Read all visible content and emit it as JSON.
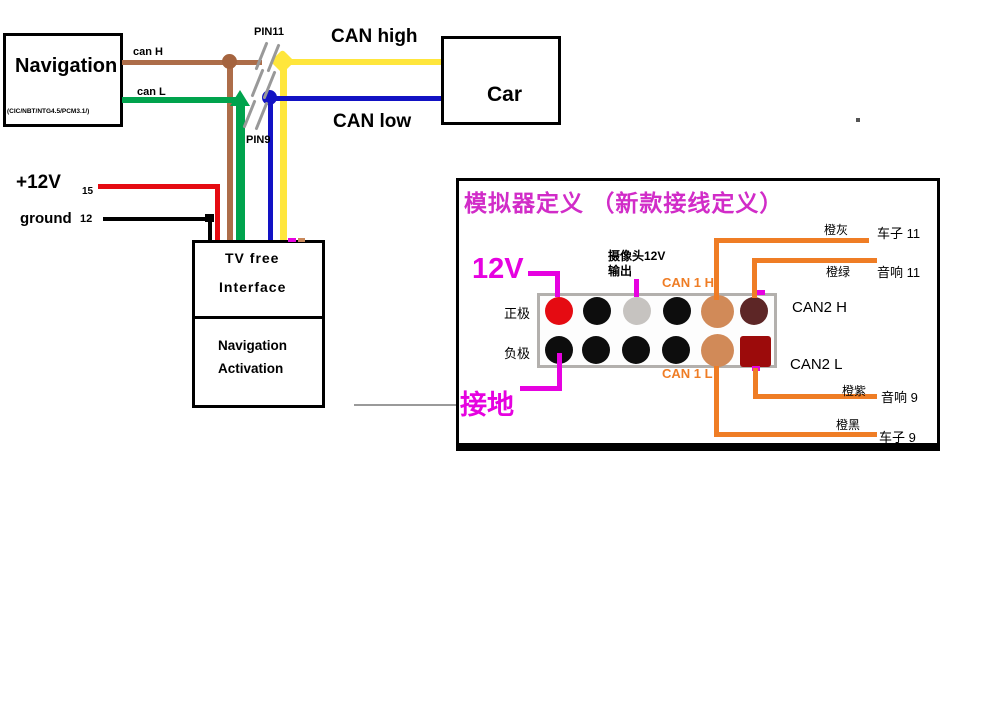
{
  "nav_box": {
    "title": "Navigation",
    "subtitle": "(CIC/NBT/NTG4.5/PCM3.1/)"
  },
  "car_box": {
    "title": "Car"
  },
  "interface_box": {
    "title_line1": "TV free",
    "title_line2": "Interface",
    "sub_line1": "Navigation",
    "sub_line2": "Activation"
  },
  "labels": {
    "can_h": "can H",
    "can_l": "can L",
    "pin11": "PIN11",
    "pin9": "PIN9",
    "can_high": "CAN high",
    "can_low": "CAN low",
    "plus_12v": "+12V",
    "plus_12v_pin": "15",
    "ground": "ground",
    "ground_pin": "12"
  },
  "panel": {
    "title": "模拟器定义 （新款接线定义）",
    "v12": "12V",
    "jiedi": "接地",
    "positive": "正极",
    "negative": "负极",
    "camera_line1": "摄像头12V",
    "camera_line2": "输出",
    "can1h": "CAN 1 H",
    "can1l": "CAN 1 L",
    "can2h": "CAN2 H",
    "can2l": "CAN2 L",
    "wire1_color_label": "橙灰",
    "wire1_dest": "车子 11",
    "wire2_color_label": "橙绿",
    "wire2_dest": "音响 11",
    "wire3_color_label": "橙紫",
    "wire3_dest": "音响 9",
    "wire4_color_label": "橙黑",
    "wire4_dest": "车子 9",
    "connector": {
      "top_row": [
        "red",
        "black",
        "gray",
        "black",
        "orange",
        "maroon"
      ],
      "bottom_row": [
        "black",
        "black",
        "black",
        "black",
        "orange",
        "darkred-square"
      ]
    }
  },
  "colors": {
    "can_h_wire": "#ad6d49",
    "can_l_wire": "#00a34d",
    "can_high_wire": "#ffe63c",
    "can_low_wire": "#1212c4",
    "power_wire": "#e50b12",
    "ground_wire": "#000000",
    "panel_orange": "#ef7d25",
    "panel_magenta": "#e602e0",
    "panel_title": "#d12cc8"
  }
}
